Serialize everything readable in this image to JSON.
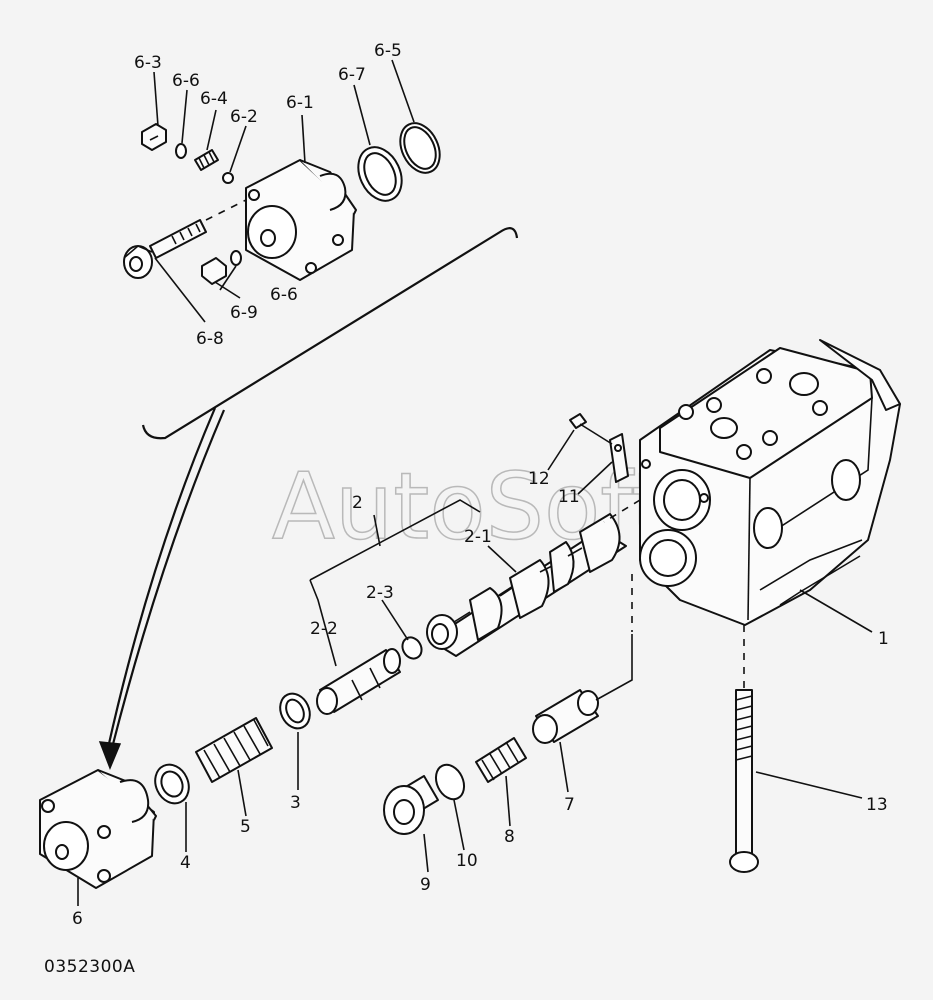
{
  "diagram": {
    "drawing_code": "0352300A",
    "watermark": "AutoSoft",
    "labels": {
      "p6_3": "6-3",
      "p6_6_top": "6-6",
      "p6_4": "6-4",
      "p6_2": "6-2",
      "p6_1": "6-1",
      "p6_7": "6-7",
      "p6_5": "6-5",
      "p6_9": "6-9",
      "p6_6_bottom": "6-6",
      "p6_8": "6-8",
      "p12": "12",
      "p11": "11",
      "p2": "2",
      "p2_1": "2-1",
      "p2_3": "2-3",
      "p2_2": "2-2",
      "p1": "1",
      "p13": "13",
      "p3": "3",
      "p4": "4",
      "p5": "5",
      "p6": "6",
      "p7": "7",
      "p8": "8",
      "p9": "9",
      "p10": "10"
    }
  }
}
